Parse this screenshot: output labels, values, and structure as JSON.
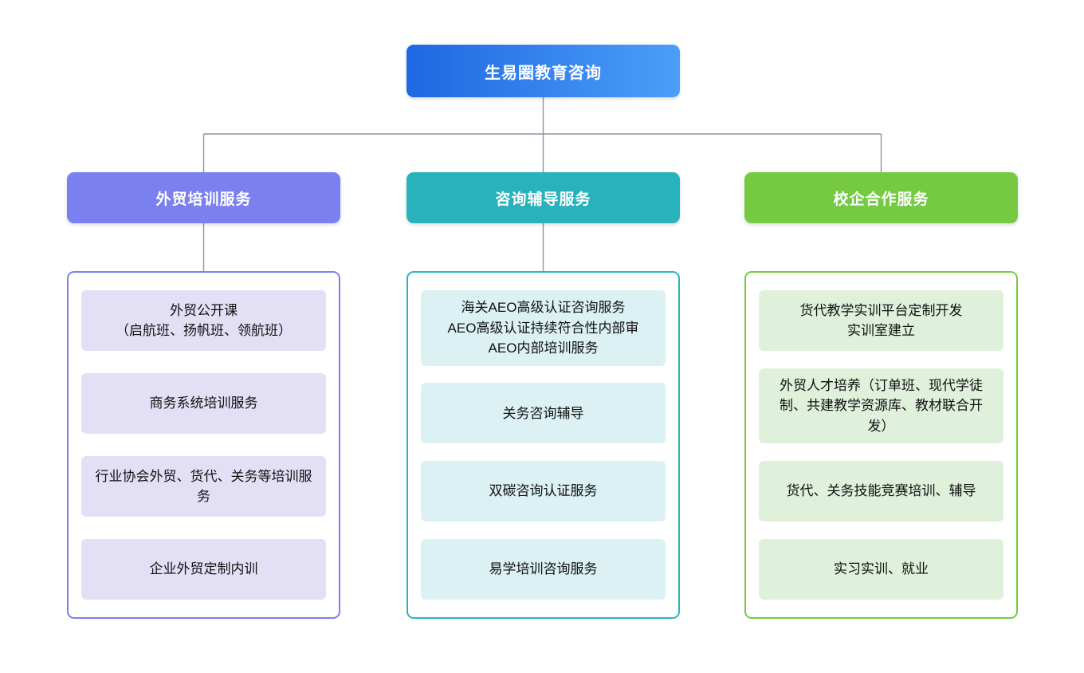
{
  "colors": {
    "page_background": "#FFFFFF",
    "root_gradient_start": "#1E68E2",
    "root_gradient_end": "#4C9EF8",
    "branch1_header_bg": "#7A80F0",
    "branch1_item_bg": "#E3E0F6",
    "branch2_header_bg": "#27B2BC",
    "branch2_item_bg": "#DCF1F4",
    "branch3_header_bg": "#75CA42",
    "branch3_item_bg": "#DFF0DB",
    "connector_line": "#8C94A4",
    "header_text": "#FFFFFF",
    "item_text": "#111111"
  },
  "root_node": {
    "label": "生易圈教育咨询"
  },
  "branches": [
    {
      "header": "外贸培训服务",
      "items": [
        [
          "外贸公开课",
          "（启航班、扬帆班、领航班）"
        ],
        [
          "商务系统培训服务"
        ],
        [
          "行业协会外贸、货代、关务等培训服务"
        ],
        [
          "企业外贸定制内训"
        ]
      ]
    },
    {
      "header": "咨询辅导服务",
      "items": [
        [
          "海关AEO高级认证咨询服务",
          "AEO高级认证持续符合性内部审",
          "AEO内部培训服务"
        ],
        [
          "关务咨询辅导"
        ],
        [
          "双碳咨询认证服务"
        ],
        [
          "易学培训咨询服务"
        ]
      ]
    },
    {
      "header": "校企合作服务",
      "items": [
        [
          "货代教学实训平台定制开发",
          "实训室建立"
        ],
        [
          "外贸人才培养（订单班、现代学徒制、共建教学资源库、教材联合开发）"
        ],
        [
          "货代、关务技能竞赛培训、辅导"
        ],
        [
          "实习实训、就业"
        ]
      ]
    }
  ]
}
